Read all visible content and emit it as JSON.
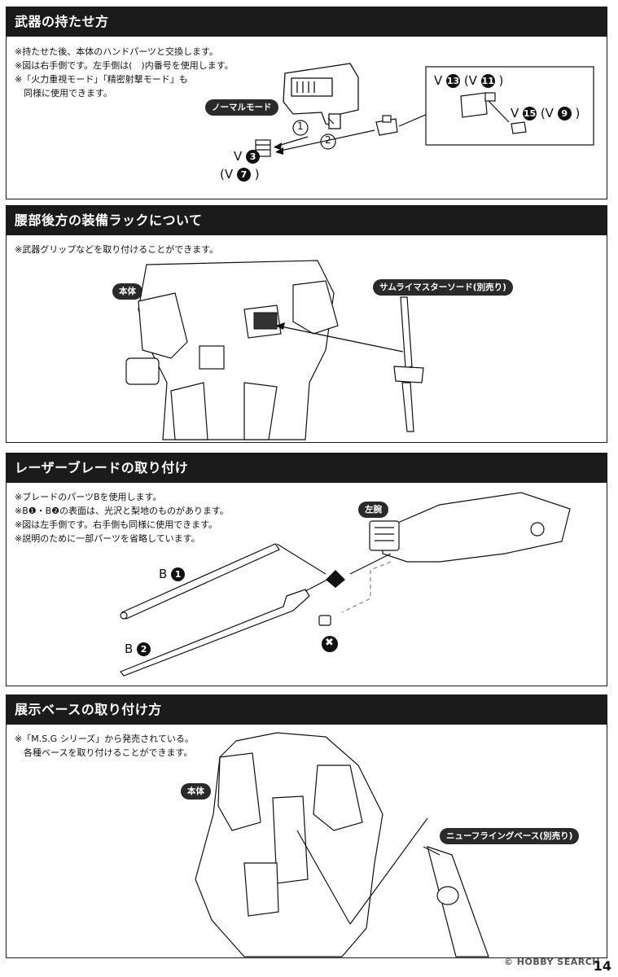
{
  "sections": {
    "s1": {
      "title": "武器の持たせ方",
      "notes": [
        "※持たせた後、本体のハンドパーツと交換します。",
        "※図は右手側です。左手側は(　)内番号を使用します。",
        "※「火力重視モード」「精密射撃モード」も",
        "　同様に使用できます。"
      ],
      "pill_normal": "ノーマルモード",
      "step1": "1",
      "step2": "2",
      "v3_prefix": "V",
      "v3_num": "3",
      "v7_open": "(V",
      "v7_num": "7",
      "v7_close": ")",
      "v13_prefix": "V",
      "v13_num": "13",
      "v11_open": "(V",
      "v11_num": "11",
      "v11_close": ")",
      "v15_prefix": "V",
      "v15_num": "15",
      "v9_open": "(V",
      "v9_num": "9",
      "v9_close": ")"
    },
    "s2": {
      "title": "腰部後方の装備ラックについて",
      "notes": [
        "※武器グリップなどを取り付けることができます。"
      ],
      "pill_body": "本体",
      "pill_sword": "サムライマスターソード(別売り)"
    },
    "s3": {
      "title": "レーザーブレードの取り付け",
      "notes": [
        "※ブレードのパーツBを使用します。",
        "※B❶・B❷の表面は、光沢と梨地のものがあります。",
        "※図は左手側です。右手側も同様に使用できます。",
        "※説明のために一部パーツを省略しています。"
      ],
      "pill_arm": "左腕",
      "b1_prefix": "B",
      "b1_num": "1",
      "b2_prefix": "B",
      "b2_num": "2",
      "x_mark": "✖"
    },
    "s4": {
      "title": "展示ベースの取り付け方",
      "notes": [
        "※「M.S.G シリーズ」から発売されている。",
        "　各種ベースを取り付けることができます。"
      ],
      "pill_body": "本体",
      "pill_base": "ニューフライングベース(別売り)"
    }
  },
  "footer": {
    "logo": "© HOBBY SEARCH",
    "page": "14"
  }
}
